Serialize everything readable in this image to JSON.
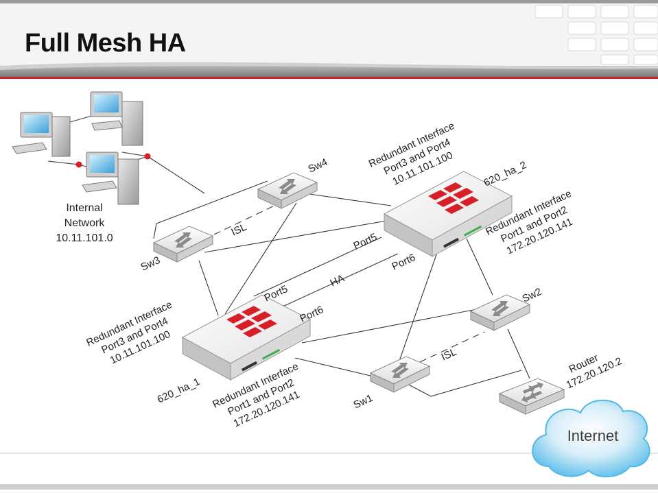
{
  "slide": {
    "title": "Full Mesh HA"
  },
  "network": {
    "internal_label": [
      "Internal",
      "Network",
      "10.11.101.0"
    ]
  },
  "devices": {
    "fw1": {
      "name": "620_ha_1",
      "ports": [
        "Port5",
        "Port6"
      ],
      "brand": "FORTINET"
    },
    "fw2": {
      "name": "620_ha_2",
      "ports": [
        "Port5",
        "Port6"
      ],
      "brand": "FORTINET"
    }
  },
  "switches": {
    "sw1": "Sw1",
    "sw2": "Sw2",
    "sw3": "Sw3",
    "sw4": "Sw4"
  },
  "links": {
    "ha": "HA",
    "isl": "ISL"
  },
  "interfaces": {
    "fw2_top": [
      "Redundant Interface",
      "Port3 and Port4",
      "10.11.101.100"
    ],
    "fw2_right": [
      "Redundant Interface",
      "Port1 and Port2",
      "172.20.120.141"
    ],
    "fw1_left": [
      "Redundant Interface",
      "Port3 and Port4",
      "10.11.101.100"
    ],
    "fw1_bottom": [
      "Redundant Interface",
      "Port1 and Port2",
      "172.20.120.141"
    ]
  },
  "router": {
    "name": "Router",
    "ip": "172.20.120.2"
  },
  "internet": {
    "label": "Internet"
  },
  "colors": {
    "accent": "#cc2229",
    "band": "#8a8a8a",
    "cable": "#333333",
    "node": "#d61f26"
  }
}
